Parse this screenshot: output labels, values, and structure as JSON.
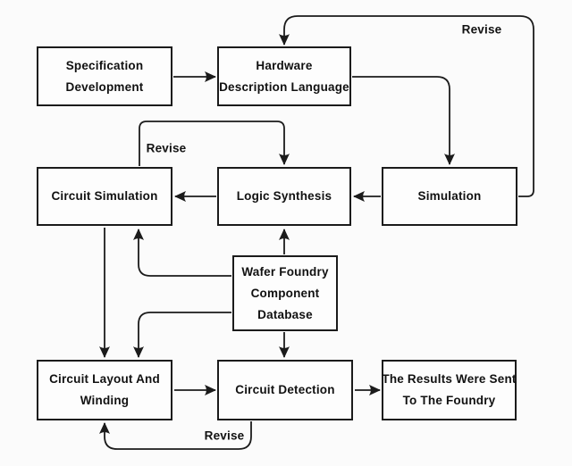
{
  "colors": {
    "line": "#1b1b1b",
    "background": "#fbfbfb",
    "box_fill": "#fdfdfd",
    "text": "#111111"
  },
  "diagram": {
    "type": "flowchart",
    "nodes": [
      {
        "id": "specification-development",
        "lines": [
          "Specification",
          "Development"
        ]
      },
      {
        "id": "hardware-description-language",
        "lines": [
          "Hardware",
          "Description Language"
        ]
      },
      {
        "id": "circuit-simulation",
        "lines": [
          "Circuit Simulation"
        ]
      },
      {
        "id": "logic-synthesis",
        "lines": [
          "Logic Synthesis"
        ]
      },
      {
        "id": "simulation",
        "lines": [
          "Simulation"
        ]
      },
      {
        "id": "wafer-foundry-component-database",
        "lines": [
          "Wafer Foundry",
          "Component",
          "Database"
        ]
      },
      {
        "id": "circuit-layout-and-winding",
        "lines": [
          "Circuit Layout And",
          "Winding"
        ]
      },
      {
        "id": "circuit-detection",
        "lines": [
          "Circuit Detection"
        ]
      },
      {
        "id": "results-sent-to-foundry",
        "lines": [
          "The Results Were Sent",
          "To The Foundry"
        ]
      }
    ],
    "edge_labels": [
      {
        "id": "revise-top",
        "text": "Revise"
      },
      {
        "id": "revise-middle",
        "text": "Revise"
      },
      {
        "id": "revise-bottom",
        "text": "Revise"
      }
    ],
    "edges": [
      "specification-development -> hardware-description-language",
      "hardware-description-language -> simulation",
      "simulation -> hardware-description-language (Revise)",
      "simulation -> logic-synthesis",
      "logic-synthesis -> circuit-simulation",
      "circuit-simulation -> logic-synthesis (Revise)",
      "wafer-foundry-component-database -> logic-synthesis",
      "wafer-foundry-component-database -> circuit-simulation",
      "wafer-foundry-component-database -> circuit-layout-and-winding",
      "wafer-foundry-component-database -> circuit-detection",
      "circuit-simulation -> circuit-layout-and-winding",
      "circuit-layout-and-winding -> circuit-detection",
      "circuit-detection -> results-sent-to-foundry",
      "circuit-detection -> circuit-layout-and-winding (Revise)"
    ]
  }
}
